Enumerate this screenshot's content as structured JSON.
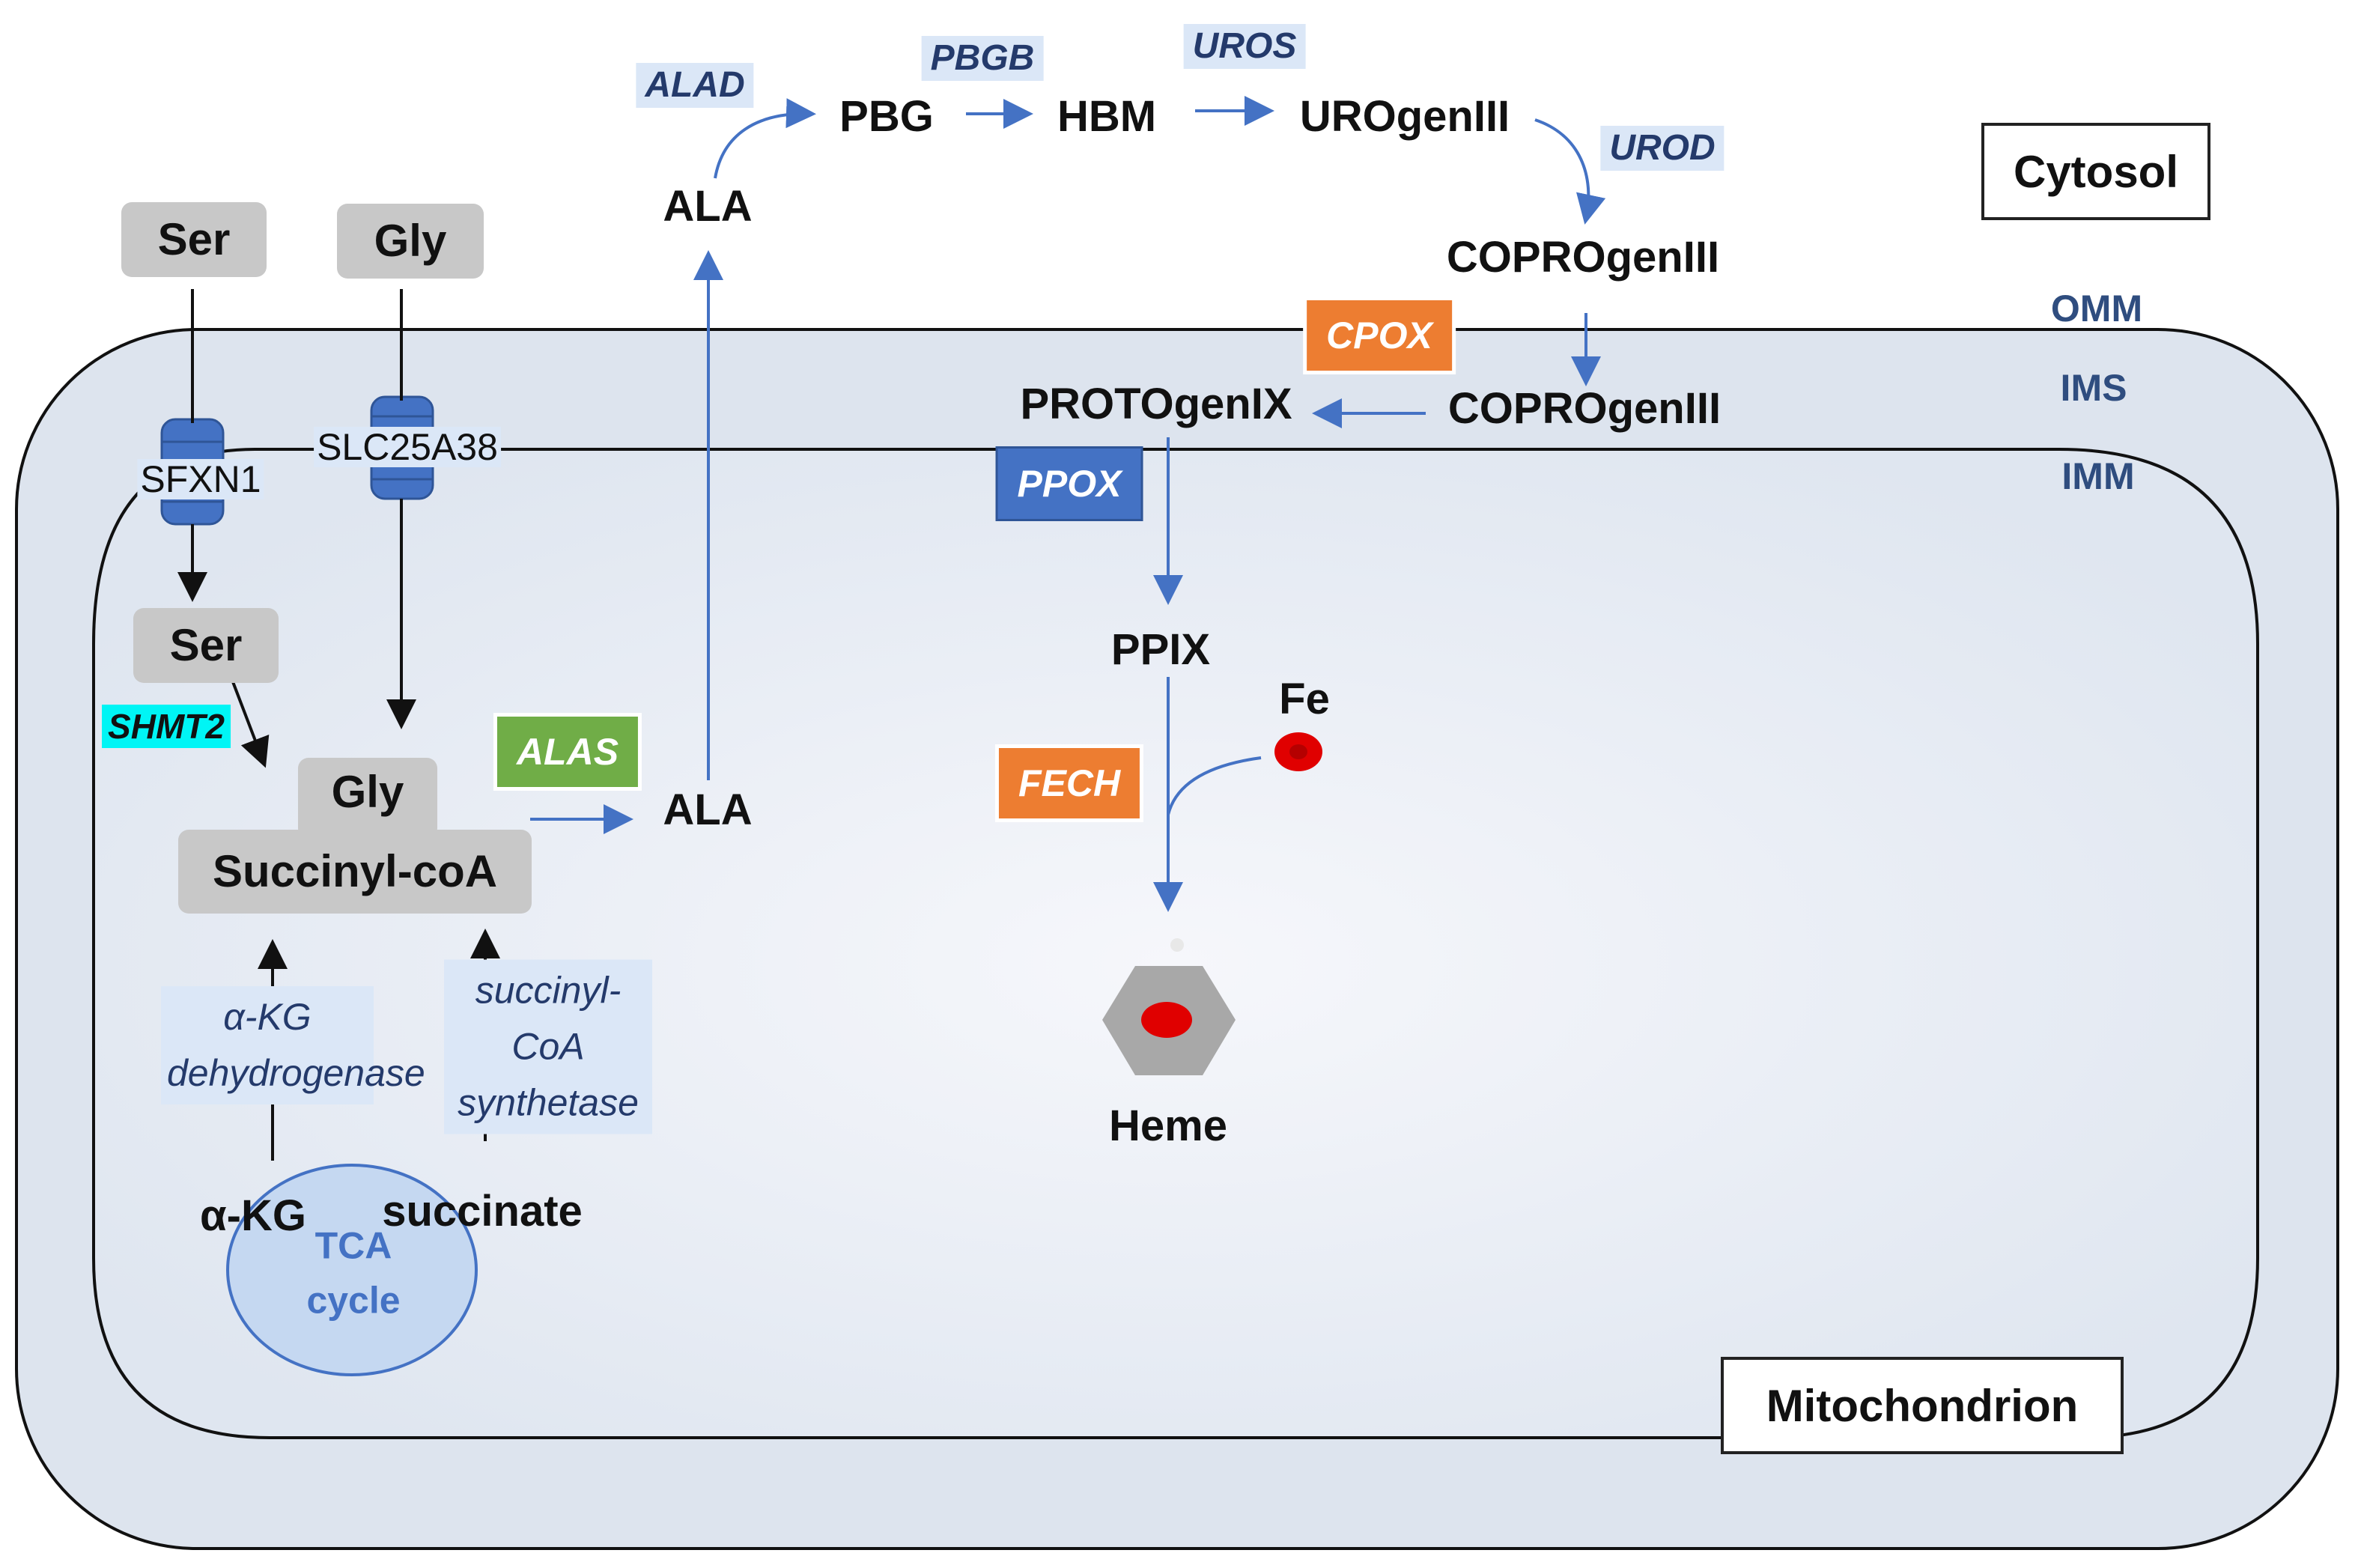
{
  "compartments": {
    "cytosol": "Cytosol",
    "mitochondrion": "Mitochondrion",
    "omm": "OMM",
    "ims": "IMS",
    "imm": "IMM"
  },
  "metabolites": {
    "ser_cytosol": "Ser",
    "gly_cytosol": "Gly",
    "ser_mito": "Ser",
    "gly_mito": "Gly",
    "succinyl_coa": "Succinyl-coA",
    "ala_mito": "ALA",
    "ala_cytosol": "ALA",
    "pbg": "PBG",
    "hbm": "HBM",
    "urogen": "UROgenIII",
    "coprogen_cytosol": "COPROgenIII",
    "coprogen_ims": "COPROgenIII",
    "protogen": "PROTOgenIX",
    "ppix": "PPIX",
    "fe": "Fe",
    "heme": "Heme",
    "akg": "α-KG",
    "succinate": "succinate",
    "tca": "TCA cycle"
  },
  "transporters": {
    "sfxn1": "SFXN1",
    "slc25a38": "SLC25A38"
  },
  "enzymes": {
    "alad": "ALAD",
    "pbgb": "PBGB",
    "uros": "UROS",
    "urod": "UROD",
    "cpox": "CPOX",
    "ppox": "PPOX",
    "fech": "FECH",
    "alas": "ALAS",
    "shmt2": "SHMT2",
    "akg_dh": "α-KG dehydrogenase",
    "succ_synth": "succinyl-CoA synthetase"
  },
  "colors": {
    "membrane_fill": "#dde4ee",
    "arrow_blue": "#4472c4",
    "enzyme_orange": "#ed7d31",
    "enzyme_green": "#70ad47",
    "enzyme_blue": "#4472c4",
    "enzyme_cyan": "#00f5f5",
    "iron_red": "#e00000"
  }
}
